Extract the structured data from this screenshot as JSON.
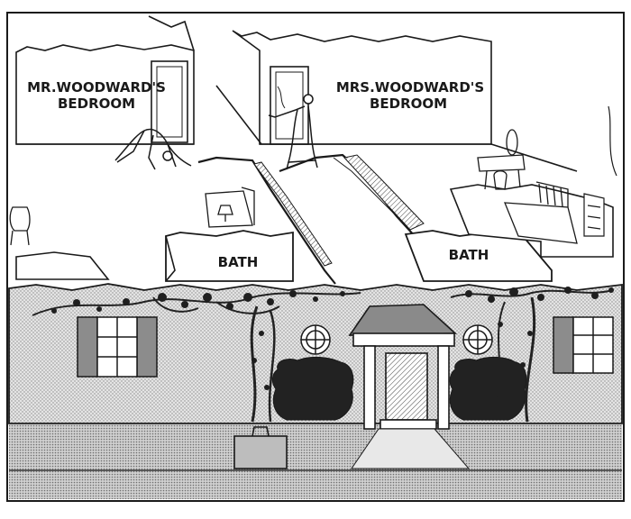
{
  "labels": {
    "mr_bedroom_line1": "MR.WOODWARD'S",
    "mr_bedroom_line2": "BEDROOM",
    "mrs_bedroom_line1": "MRS.WOODWARD'S",
    "mrs_bedroom_line2": "BEDROOM",
    "bath_left": "BATH",
    "bath_right": "BATH"
  },
  "colors": {
    "ink": "#1a1a1a",
    "paper": "#ffffff",
    "frame_bg": "#f7f7f7",
    "wall_tint": "#dedede",
    "ground_tint": "#d2d2d2",
    "hedge": "#222222"
  }
}
